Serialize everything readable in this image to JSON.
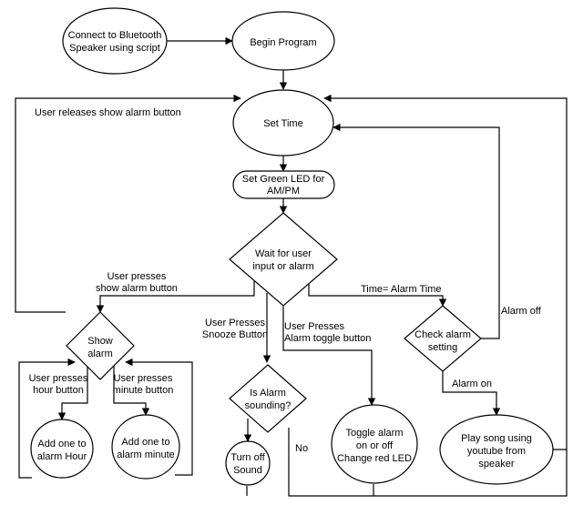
{
  "nodes": {
    "connect": [
      "Connect to Bluetooth",
      "Speaker using script"
    ],
    "begin": [
      "Begin Program"
    ],
    "set_time": [
      "Set Time"
    ],
    "green_led": [
      "Set Green LED for",
      "AM/PM"
    ],
    "wait": [
      "Wait for user",
      "input or alarm"
    ],
    "show_alarm": [
      "Show",
      "alarm"
    ],
    "check_alarm": [
      "Check alarm",
      "setting"
    ],
    "is_sounding": [
      "Is Alarm",
      "sounding?"
    ],
    "add_hour": [
      "Add one to",
      "alarm Hour"
    ],
    "add_minute": [
      "Add one to",
      "alarm minute"
    ],
    "turn_off": [
      "Turn off",
      "Sound"
    ],
    "toggle": [
      "Toggle alarm",
      "on or off",
      "Change red LED"
    ],
    "play_song": [
      "Play song using",
      "youtube from",
      "speaker"
    ]
  },
  "edges": {
    "release_show": [
      "User releases show alarm button"
    ],
    "press_show": [
      "User presses",
      "show alarm button"
    ],
    "press_snooze": [
      "User Presses",
      "Snooze Button"
    ],
    "press_toggle": [
      "User Presses",
      "Alarm toggle button"
    ],
    "alarm_time": [
      "Time= Alarm Time"
    ],
    "alarm_off": [
      "Alarm off"
    ],
    "alarm_on": [
      "Alarm on"
    ],
    "press_hour": [
      "User presses",
      "hour button"
    ],
    "press_minute": [
      "User presses",
      "minute button"
    ],
    "no": [
      "No"
    ]
  }
}
